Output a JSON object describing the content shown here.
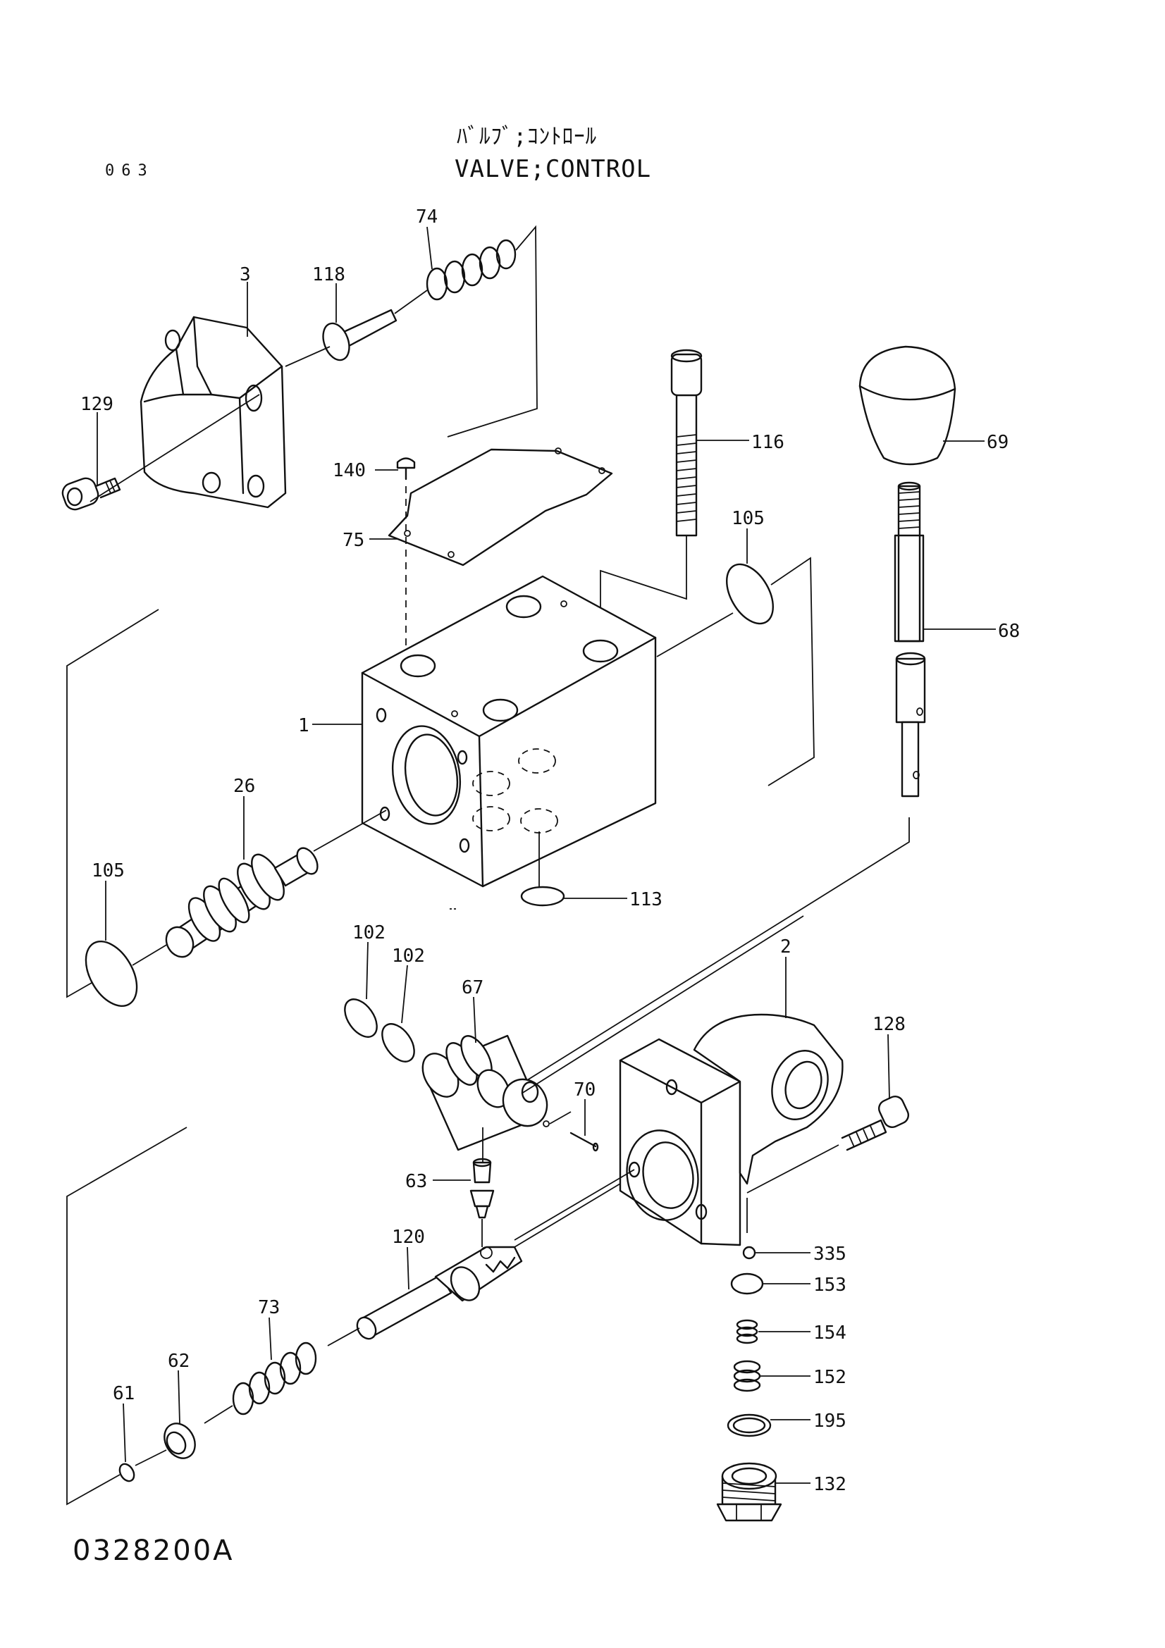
{
  "header": {
    "title_jp": "ﾊﾞﾙﾌﾞ;ｺﾝﾄﾛｰﾙ",
    "title_en": "VALVE;CONTROL",
    "page_number": "063"
  },
  "footer": {
    "doc_code": "0328200A"
  },
  "part_labels": [
    {
      "id": "3",
      "text": "3"
    },
    {
      "id": "118",
      "text": "118"
    },
    {
      "id": "74",
      "text": "74"
    },
    {
      "id": "129",
      "text": "129"
    },
    {
      "id": "140",
      "text": "140"
    },
    {
      "id": "75",
      "text": "75"
    },
    {
      "id": "116",
      "text": "116"
    },
    {
      "id": "105a",
      "text": "105"
    },
    {
      "id": "69",
      "text": "69"
    },
    {
      "id": "68",
      "text": "68"
    },
    {
      "id": "1",
      "text": "1"
    },
    {
      "id": "26",
      "text": "26"
    },
    {
      "id": "105b",
      "text": "105"
    },
    {
      "id": "113",
      "text": "113"
    },
    {
      "id": "102a",
      "text": "102"
    },
    {
      "id": "102b",
      "text": "102"
    },
    {
      "id": "67",
      "text": "67"
    },
    {
      "id": "2",
      "text": "2"
    },
    {
      "id": "128",
      "text": "128"
    },
    {
      "id": "70",
      "text": "70"
    },
    {
      "id": "63",
      "text": "63"
    },
    {
      "id": "120",
      "text": "120"
    },
    {
      "id": "335",
      "text": "335"
    },
    {
      "id": "153",
      "text": "153"
    },
    {
      "id": "154",
      "text": "154"
    },
    {
      "id": "73",
      "text": "73"
    },
    {
      "id": "152",
      "text": "152"
    },
    {
      "id": "62",
      "text": "62"
    },
    {
      "id": "61",
      "text": "61"
    },
    {
      "id": "195",
      "text": "195"
    },
    {
      "id": "132",
      "text": "132"
    }
  ]
}
